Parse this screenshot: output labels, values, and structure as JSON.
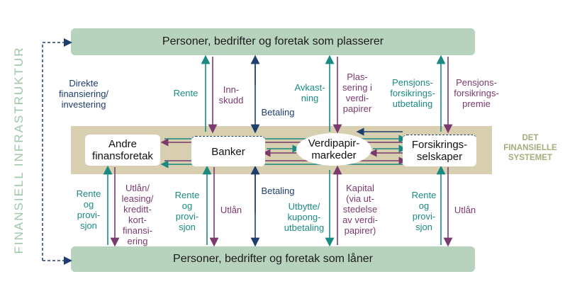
{
  "sidebar": {
    "label": "FINANSIELL INFRASTRUKTUR"
  },
  "top_bar": {
    "label": "Personer, bedrifter og foretak som plasserer"
  },
  "bottom_bar": {
    "label": "Personer, bedrifter og foretak som låner"
  },
  "system_label": "DET FINANSIELLE SYSTEMET",
  "boxes": {
    "andre": "Andre finansforetak",
    "banker": "Banker",
    "verdipapir": "Verdipapir- markeder",
    "forsikring": "Forsikrings- selskaper"
  },
  "labels": {
    "direkte": "Direkte finansiering/ investering",
    "rente_top": "Rente",
    "innskudd": "Inn- skudd",
    "betaling_top": "Betaling",
    "avkastning": "Avkast- ning",
    "plassering": "Plas- sering i verdi- papirer",
    "pensjonsutbetaling": "Pensjons- forsikrings- utbetaling",
    "pensjonspremie": "Pensjons- forsikrings- premie",
    "rente_prov_1": "Rente og provi- sjon",
    "utlaan_leasing": "Utlån/ leasing/ kreditt- kort- finansi- ering",
    "rente_prov_2": "Rente og provi- sjon",
    "utlaan_2": "Utlån",
    "betaling_bottom": "Betaling",
    "utbytte": "Utbytte/ kupong- utbetaling",
    "kapital": "Kapital (via ut- stedelse av verdi- papirer)",
    "rente_prov_3": "Rente og provi- sjon",
    "utlaan_3": "Utlån"
  },
  "colors": {
    "teal": "#1a8a82",
    "purple": "#7a3a6e",
    "navy": "#1e3e6e",
    "green_bar": "#b7d3be",
    "band": "#d7cfb0"
  }
}
